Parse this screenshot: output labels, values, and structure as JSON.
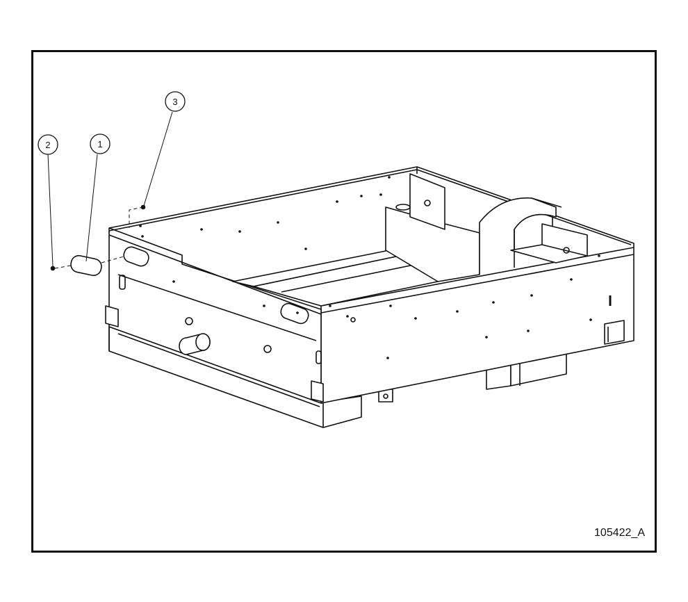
{
  "figure": {
    "id": "105422_A"
  },
  "callouts": [
    {
      "number": "1",
      "label": "1"
    },
    {
      "number": "2",
      "label": "2"
    },
    {
      "number": "3",
      "label": "3"
    }
  ],
  "colors": {
    "line": "#111111",
    "background": "#ffffff"
  }
}
